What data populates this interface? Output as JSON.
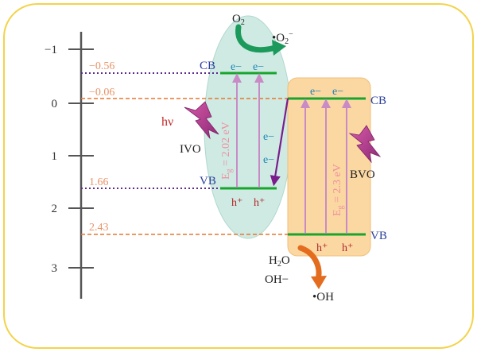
{
  "axis": {
    "ticks": [
      "−1",
      "0",
      "1",
      "2",
      "3"
    ],
    "level_labels": [
      "−0.56",
      "−0.06",
      "1.66",
      "2.43"
    ]
  },
  "ivo": {
    "name": "IVO",
    "cb_label": "CB",
    "vb_label": "VB",
    "bandgap": "E",
    "bandgap_sub": "g",
    "bandgap_rest": " = 2.02 eV",
    "electron": "e−",
    "hole": "h⁺",
    "light": "hν"
  },
  "bvo": {
    "name": "BVO",
    "cb_label": "CB",
    "vb_label": "VB",
    "bandgap": "E",
    "bandgap_sub": "g",
    "bandgap_rest": " = 2.3 eV",
    "electron": "e−",
    "hole": "h⁺"
  },
  "reactions": {
    "o2": "O",
    "o2_sub": "2",
    "superoxide": "•O",
    "superoxide_sub": "2",
    "superoxide_sup": "−",
    "water": "H",
    "water_sub": "2",
    "water_rest": "O",
    "hydroxide": "OH−",
    "radical": "•OH"
  },
  "colors": {
    "frame": "#f3d34a",
    "axis": "#555555",
    "level_label": "#e8956a",
    "band": "#17a52c",
    "cb_vb_text": "#2a3f9b",
    "electron_text": "#1e86b5",
    "hole_text": "#b0262a",
    "arrow_up": "#c88bc6",
    "transfer_arrow": "#7a1c8c",
    "bandgap_text": "#ef8fa0",
    "dotted_purple": "#5c2b8f",
    "dashed_orange": "#e6772e",
    "ivo_ellipse": "#c9e8e0",
    "bvo_box": "#fbd7a2",
    "o2_arrow": "#1c9a5c",
    "oh_arrow": "#e46c1e",
    "lightning": "#b63a86"
  }
}
